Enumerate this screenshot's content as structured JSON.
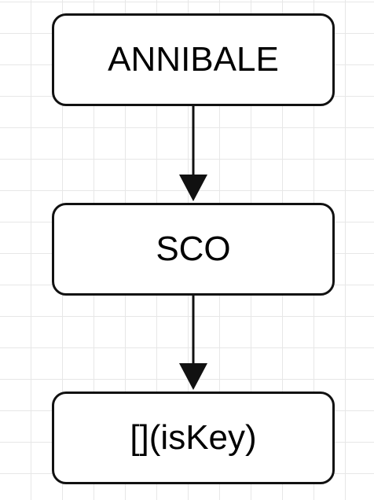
{
  "diagram": {
    "type": "flowchart",
    "nodes": [
      {
        "id": "node1",
        "label": "ANNIBALE"
      },
      {
        "id": "node2",
        "label": "SCO"
      },
      {
        "id": "node3",
        "label": "[](isKey)"
      }
    ],
    "edges": [
      {
        "from": "node1",
        "to": "node2"
      },
      {
        "from": "node2",
        "to": "node3"
      }
    ]
  },
  "colors": {
    "background": "#ffffff",
    "grid": "#e7e7e7",
    "stroke": "#111111",
    "text": "#000000"
  }
}
